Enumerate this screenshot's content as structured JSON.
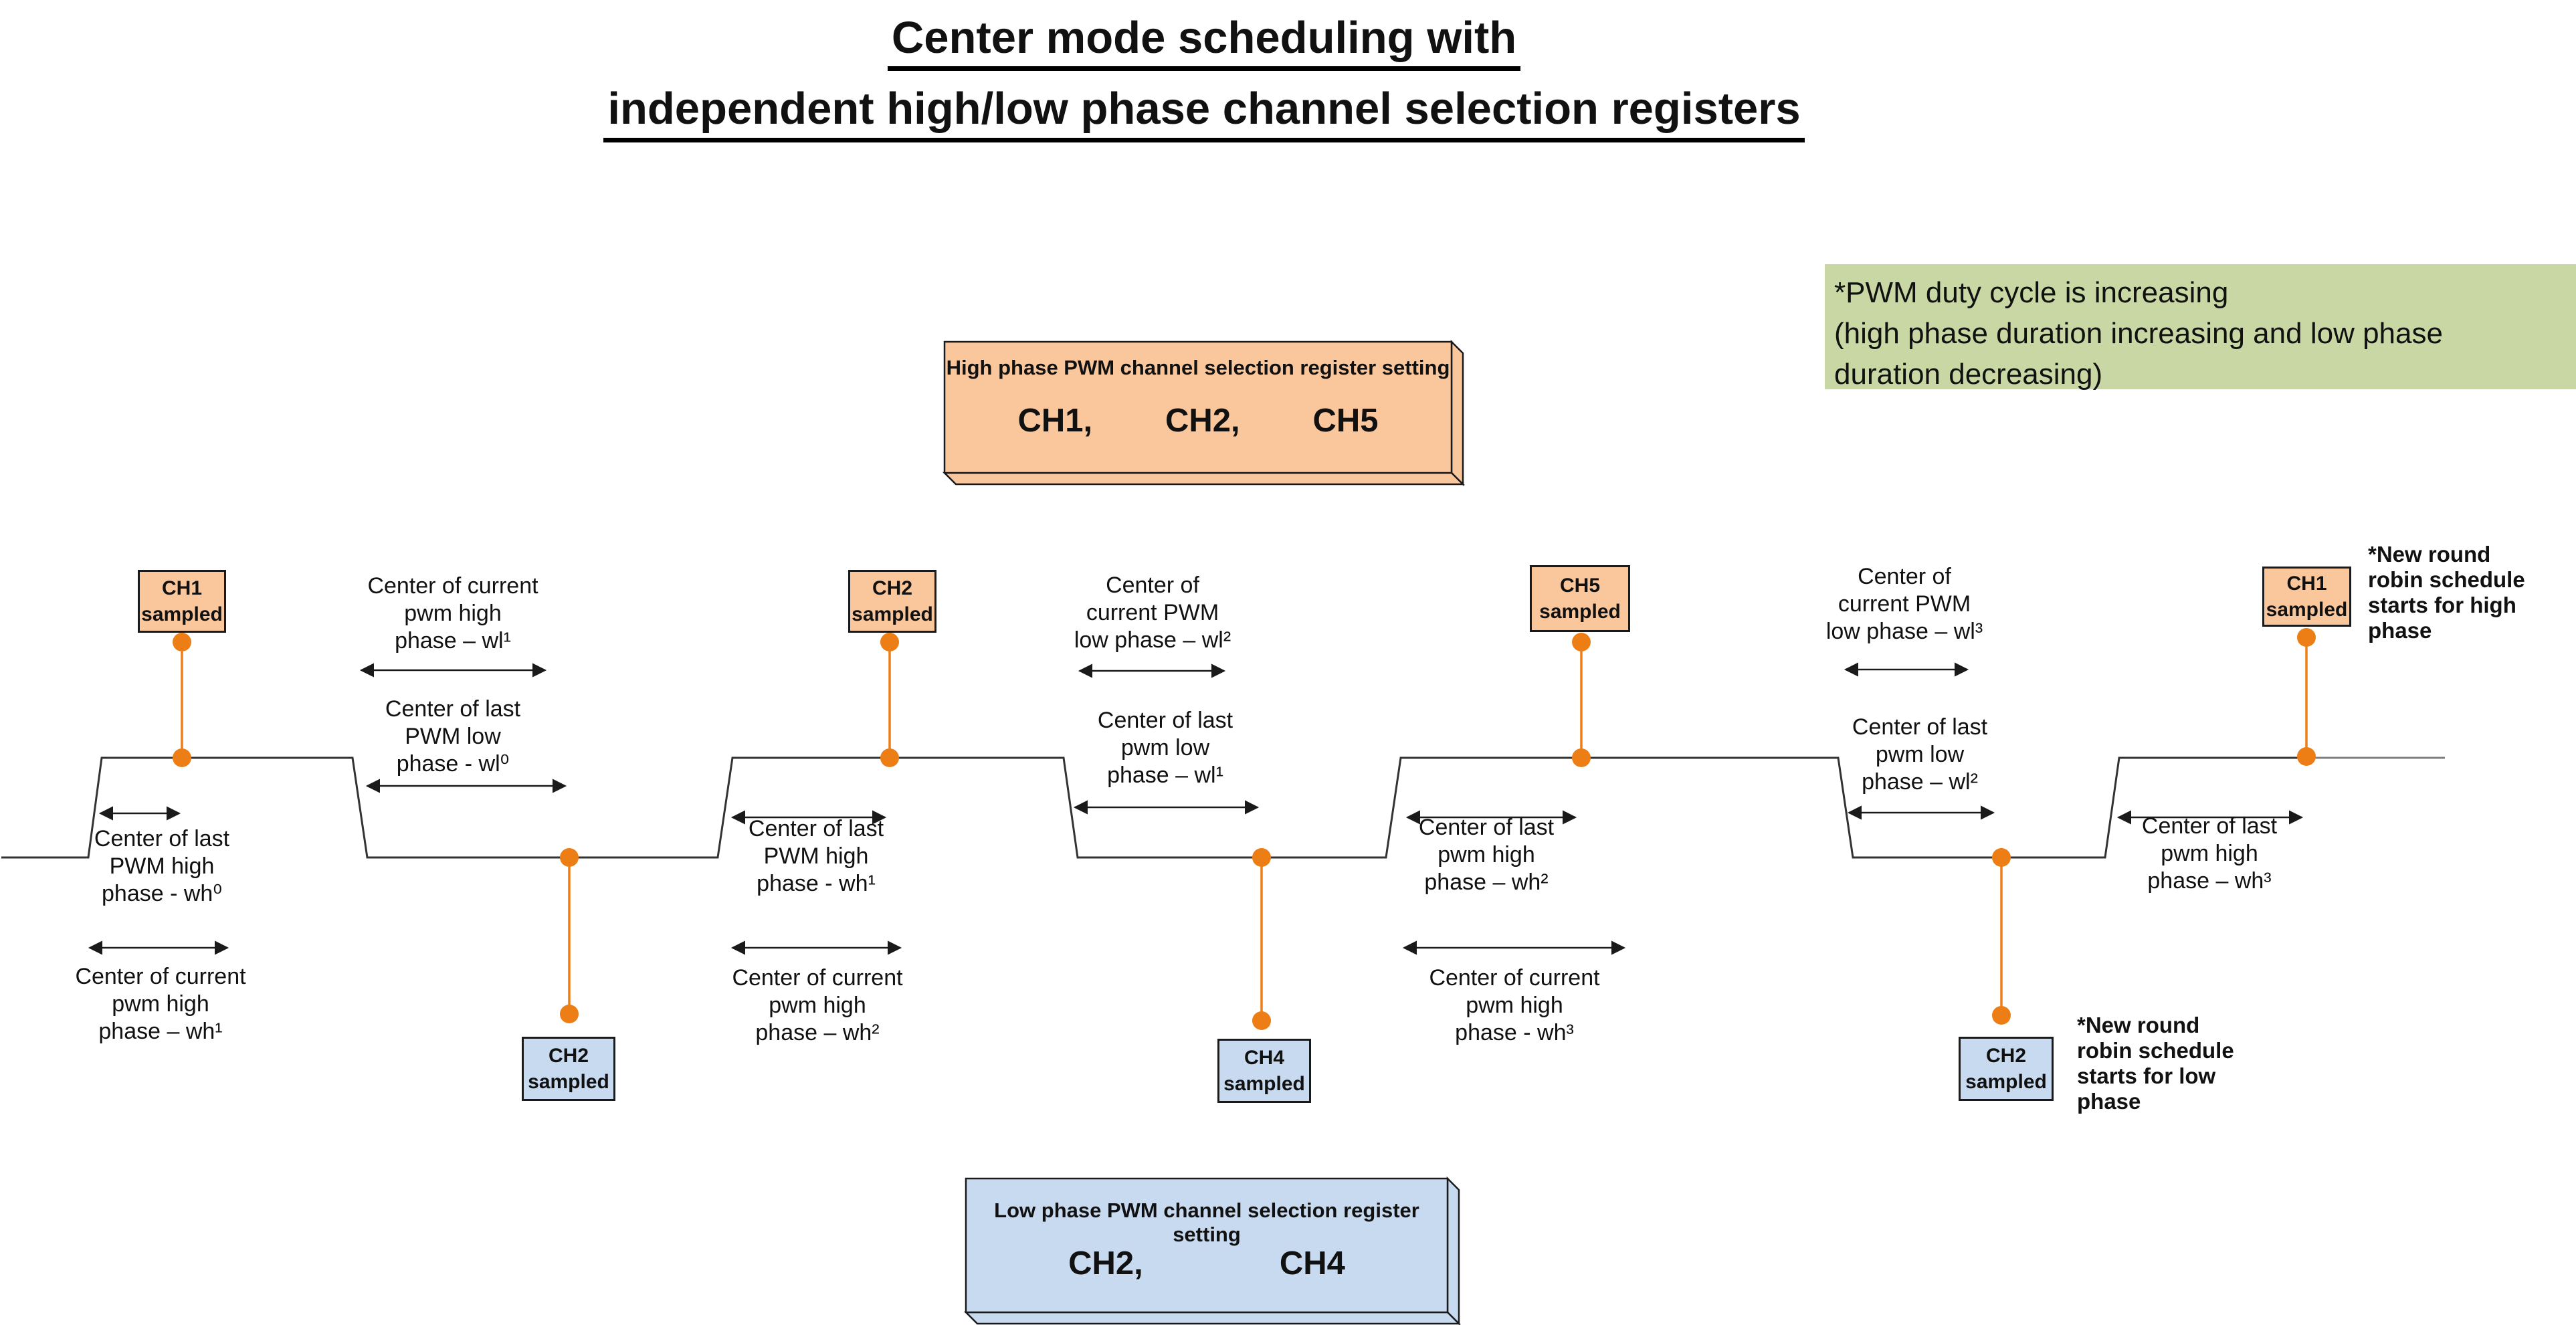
{
  "title": {
    "line1": "Center mode scheduling with",
    "line2": "independent high/low phase channel selection registers"
  },
  "green_note": {
    "lines": [
      "*PWM duty cycle is increasing",
      "(high phase duration increasing and low phase",
      "duration decreasing)"
    ]
  },
  "register_high": {
    "title": "High phase PWM channel selection register setting",
    "values": "CH1,        CH2,        CH5"
  },
  "register_low": {
    "title": "Low phase PWM channel selection register setting",
    "values": "CH2,               CH4"
  },
  "samples": [
    {
      "lines": [
        "CH1",
        "sampled"
      ],
      "phase": "high"
    },
    {
      "lines": [
        "CH2",
        "sampled"
      ],
      "phase": "high"
    },
    {
      "lines": [
        "CH5",
        "sampled"
      ],
      "phase": "high"
    },
    {
      "lines": [
        "CH1",
        "sampled"
      ],
      "phase": "high"
    },
    {
      "lines": [
        "CH2",
        "sampled"
      ],
      "phase": "low"
    },
    {
      "lines": [
        "CH4",
        "sampled"
      ],
      "phase": "low"
    },
    {
      "lines": [
        "CH2",
        "sampled"
      ],
      "phase": "low"
    }
  ],
  "annotations": {
    "t1": {
      "lines": [
        "Center of current",
        "pwm high",
        "phase – wl¹"
      ]
    },
    "t2": {
      "lines": [
        "Center of last",
        "PWM low",
        "phase - wl⁰"
      ]
    },
    "t3": {
      "lines": [
        "Center of last",
        "PWM high",
        "phase - wh⁰"
      ]
    },
    "t4": {
      "lines": [
        "Center of current",
        "pwm high",
        "phase – wh¹"
      ]
    },
    "t5": {
      "lines": [
        "Center of last",
        "PWM high",
        "phase - wh¹"
      ]
    },
    "t6": {
      "lines": [
        "Center of current",
        "pwm high",
        "phase – wh²"
      ]
    },
    "t7": {
      "lines": [
        "Center of",
        "current PWM",
        "low phase – wl²"
      ]
    },
    "t8": {
      "lines": [
        "Center of last",
        "pwm low",
        "phase – wl¹"
      ]
    },
    "t9": {
      "lines": [
        "Center of last",
        "pwm high",
        "phase – wh²"
      ]
    },
    "t10": {
      "lines": [
        "Center of current",
        "pwm high",
        "phase - wh³"
      ]
    },
    "t11": {
      "lines": [
        "Center of",
        "current PWM",
        "low phase – wl³"
      ]
    },
    "t12": {
      "lines": [
        "Center of last",
        "pwm low",
        "phase – wl²"
      ]
    },
    "t13": {
      "lines": [
        "Center of last",
        "pwm high",
        "phase – wh³"
      ]
    }
  },
  "notes": {
    "high": {
      "lines": [
        "*New round",
        "robin schedule",
        "starts for high",
        "phase"
      ]
    },
    "low": {
      "lines": [
        "*New round",
        "robin schedule",
        "starts for low",
        "phase"
      ]
    }
  },
  "colors": {
    "orange_fill": "#FAC79D",
    "blue_fill": "#C7DAF0",
    "green_fill": "#C8D7A3",
    "orange_accent": "#EC7E15",
    "line": "#333333",
    "gray_tail": "#808080"
  }
}
